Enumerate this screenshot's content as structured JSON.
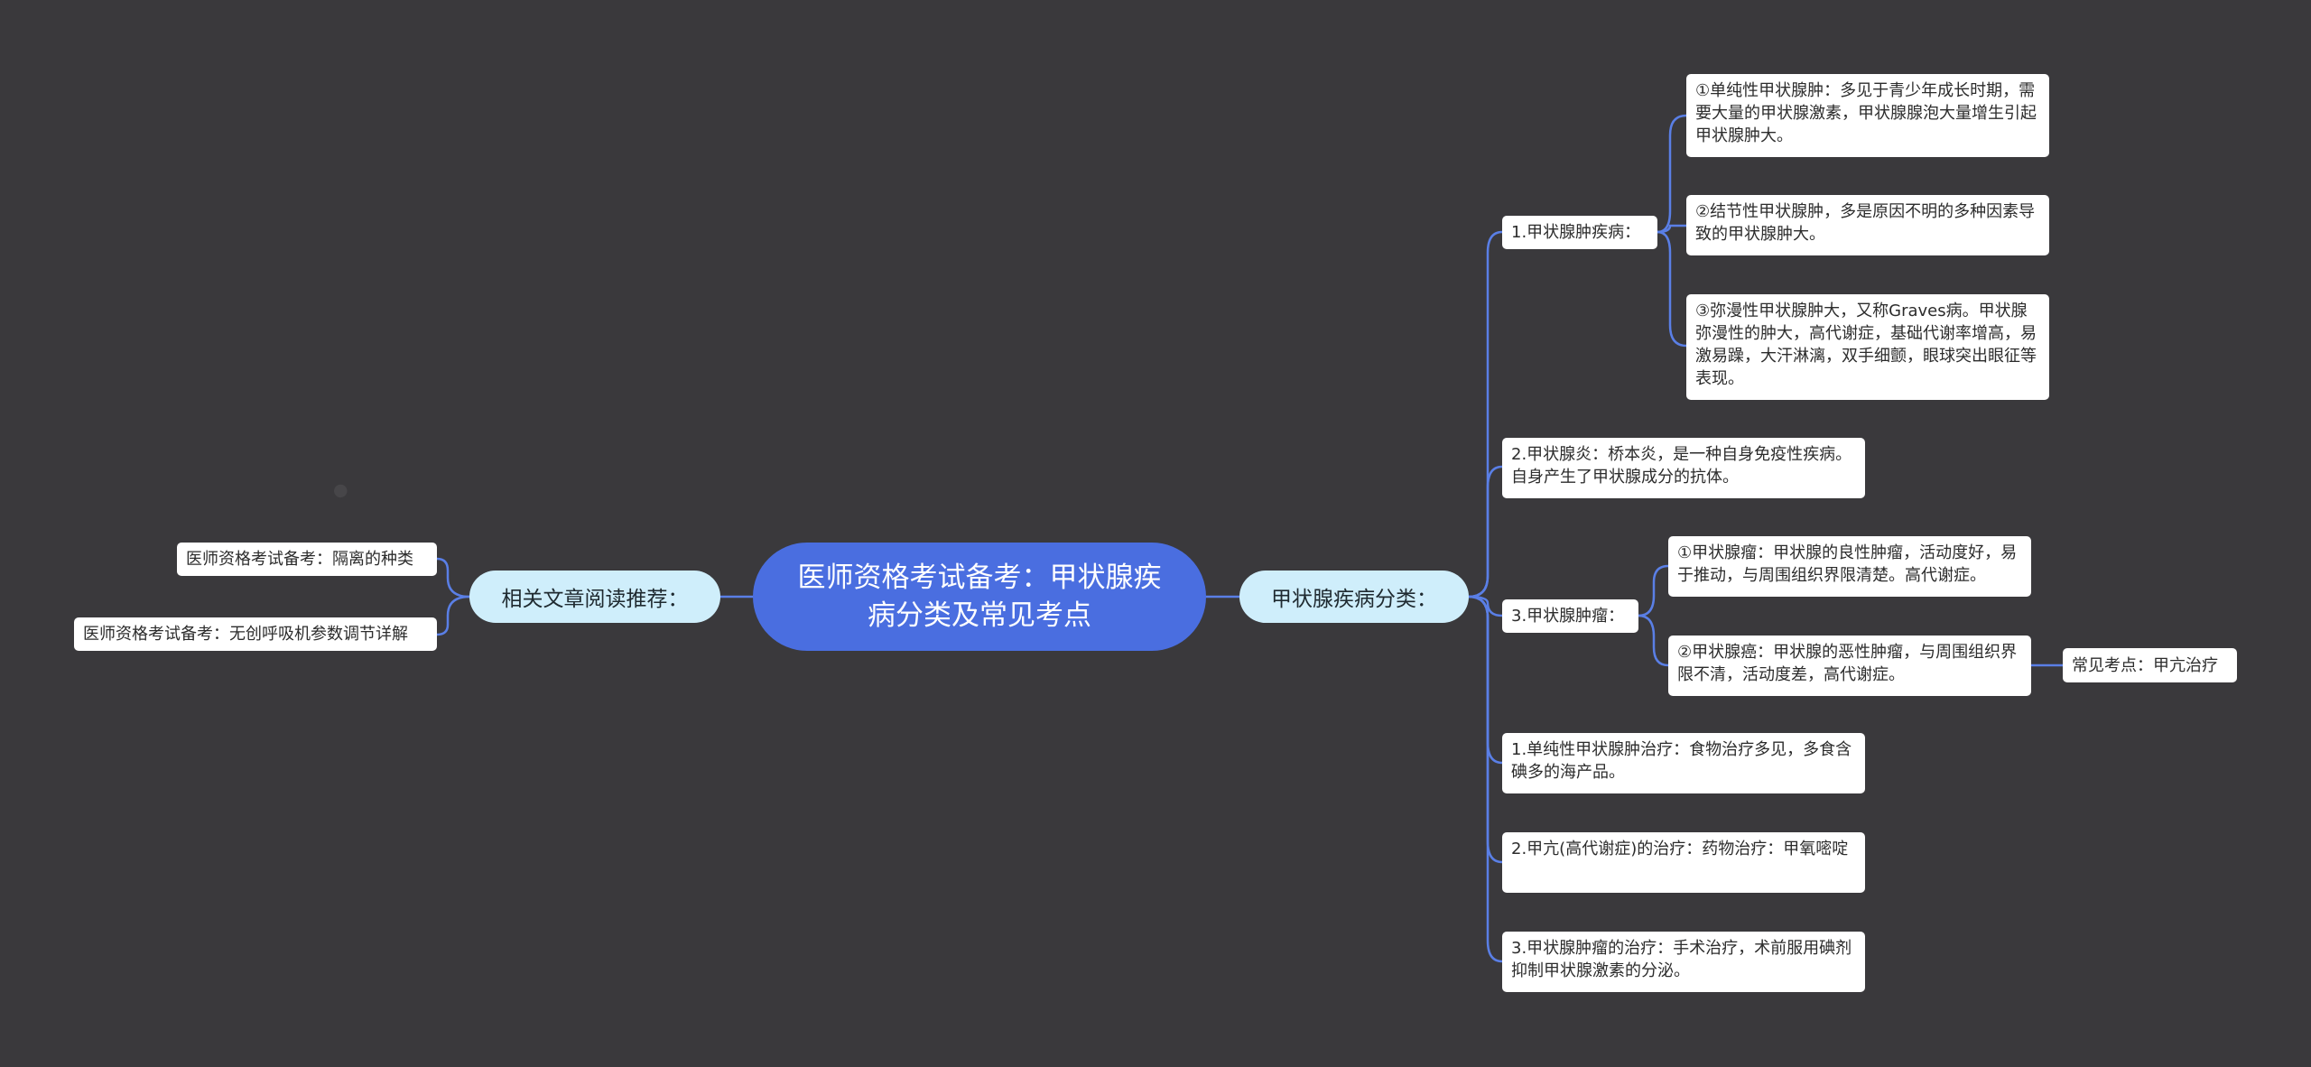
{
  "root": {
    "label": "医师资格考试备考：甲状腺疾病分类及常见考点"
  },
  "branches": {
    "right": "甲状腺疾病分类：",
    "left": "相关文章阅读推荐："
  },
  "left_items": [
    "医师资格考试备考：隔离的种类",
    "医师资格考试备考：无创呼吸机参数调节详解"
  ],
  "categories": {
    "goiter": {
      "label": "1.甲状腺肿疾病：",
      "items": [
        "①单纯性甲状腺肿：多见于青少年成长时期，需要大量的甲状腺激素，甲状腺腺泡大量增生引起甲状腺肿大。",
        "②结节性甲状腺肿，多是原因不明的多种因素导致的甲状腺肿大。",
        "③弥漫性甲状腺肿大，又称Graves病。甲状腺弥漫性的肿大，高代谢症，基础代谢率增高，易激易躁，大汗淋漓，双手细颤，眼球突出眼征等表现。"
      ]
    },
    "thyroiditis": {
      "label": "2.甲状腺炎：桥本炎，是一种自身免疫性疾病。自身产生了甲状腺成分的抗体。"
    },
    "tumor": {
      "label": "3.甲状腺肿瘤：",
      "items": [
        "①甲状腺瘤：甲状腺的良性肿瘤，活动度好，易于推动，与周围组织界限清楚。高代谢症。",
        "②甲状腺癌：甲状腺的恶性肿瘤，与周围组织界限不清，活动度差，高代谢症。"
      ],
      "note": "常见考点：甲亢治疗"
    },
    "treatments": [
      "1.单纯性甲状腺肿治疗：食物治疗多见，多食含碘多的海产品。",
      "2.甲亢(高代谢症)的治疗：药物治疗：甲氧嘧啶",
      "3.甲状腺肿瘤的治疗：手术治疗，术前服用碘剂抑制甲状腺激素的分泌。"
    ]
  },
  "colors": {
    "background": "#3a393c",
    "root": "#4a6ee0",
    "branch": "#cfeefb",
    "leaf": "#ffffff",
    "connector": "#5a7fe6"
  }
}
